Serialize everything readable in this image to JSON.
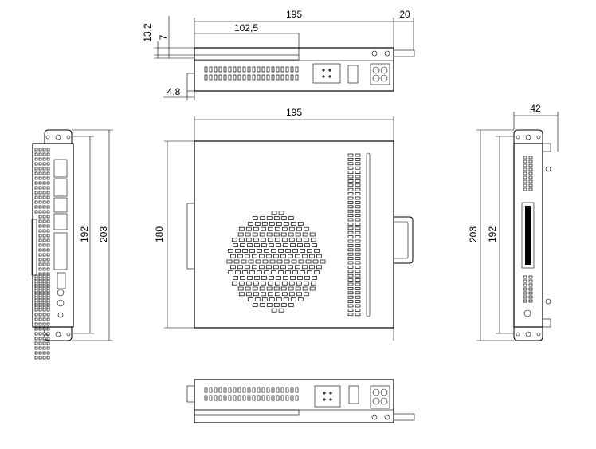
{
  "top_view": {
    "dim_width": "195",
    "dim_handle": "20",
    "dim_offset": "102,5",
    "dim_height": "13,2",
    "dim_flange": "7",
    "dim_small": "4,8"
  },
  "front_view": {
    "dim_width": "195",
    "dim_height": "180"
  },
  "left_view": {
    "dim_inner": "192",
    "dim_outer": "203"
  },
  "right_view": {
    "dim_depth": "42",
    "dim_outer": "203",
    "dim_inner": "192"
  }
}
